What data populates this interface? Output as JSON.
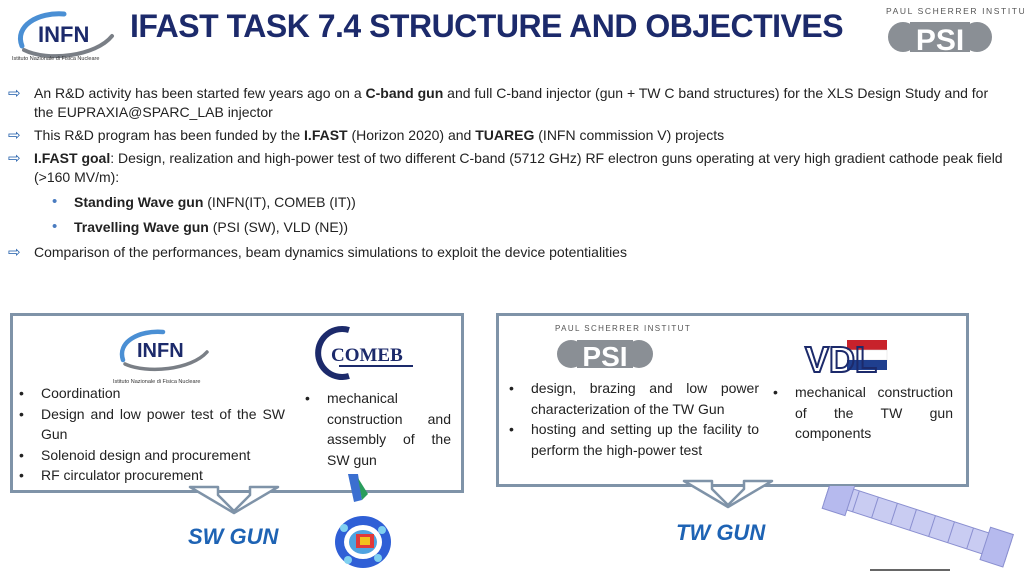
{
  "header": {
    "title": "IFAST TASK 7.4 STRUCTURE AND OBJECTIVES",
    "infn_logo_text": "INFN",
    "infn_logo_caption": "Istituto Nazionale di Fisica Nucleare",
    "psi_caption": "PAUL SCHERRER INSTITUT",
    "psi_logo_text": "PSI"
  },
  "bullets": {
    "b1_pre": "An R&D activity has been started few years ago on a ",
    "b1_bold": "C-band gun",
    "b1_post": " and full C-band injector (gun + TW C band structures) for the XLS Design Study and for the EUPRAXIA@SPARC_LAB injector",
    "b2_pre": "This R&D program has been funded by the ",
    "b2_bold1": "I.FAST",
    "b2_mid": " (Horizon 2020) and ",
    "b2_bold2": "TUAREG",
    "b2_post": " (INFN commission V) projects",
    "b3_bold": "I.FAST goal",
    "b3_post": ": Design, realization and high-power test of two different C-band (5712 GHz) RF electron guns operating at very high gradient cathode peak field (>160 MV/m):",
    "sub1_bold": "Standing Wave gun",
    "sub1_post": " (INFN(IT), COMEB (IT))",
    "sub2_bold": "Travelling Wave gun",
    "sub2_post": " (PSI (SW), VLD (NE))",
    "b4": "Comparison of the performances, beam dynamics simulations to exploit the device potentialities"
  },
  "sw_box": {
    "infn_text": "INFN",
    "infn_caption": "Istituto Nazionale di Fisica Nucleare",
    "comeb_text": "COMEB",
    "infn_tasks": [
      "Coordination",
      "Design and low power test of the SW Gun",
      "Solenoid design and procurement",
      "RF circulator procurement"
    ],
    "comeb_tasks": [
      "mechanical construction and assembly of the SW gun"
    ],
    "label": "SW GUN"
  },
  "tw_box": {
    "psi_caption": "PAUL SCHERRER INSTITUT",
    "psi_text": "PSI",
    "vdl_text": "VDL",
    "psi_tasks": [
      "design, brazing and low power characterization of the TW Gun",
      "hosting and setting up the facility to perform the high-power test"
    ],
    "vdl_tasks": [
      "mechanical construction of the TW gun components"
    ],
    "label": "TW GUN"
  },
  "colors": {
    "title": "#1c2a6b",
    "arrow": "#1c5aa8",
    "box_border": "#7f93a8",
    "gun_label": "#1e63b4"
  }
}
